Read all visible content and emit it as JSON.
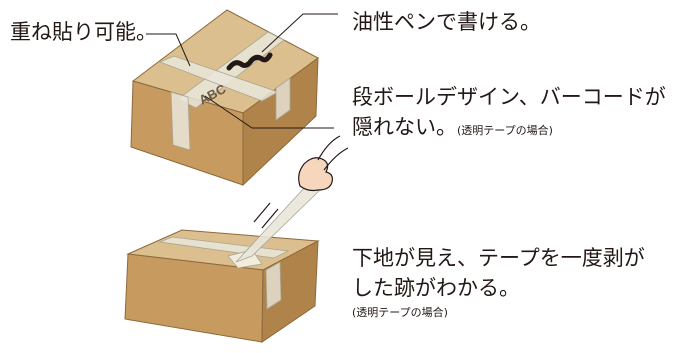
{
  "labels": {
    "overlap": "重ね貼り可能。",
    "oil_pen": "油性ペンで書ける。",
    "visible_line1": "段ボールデザイン、バーコードが",
    "visible_line2": "隠れない。",
    "visible_note": "(透明テープの場合)",
    "peel_line1": "下地が見え、テープを一度剥が",
    "peel_line2": "した跡がわかる。",
    "peel_note": "(透明テープの場合)"
  },
  "box_print": "ABC",
  "colors": {
    "box_top": "#dcbf8e",
    "box_left": "#c79a5f",
    "box_right": "#b0834b",
    "tape": "#e9e6da",
    "tape_edge": "#a9a493",
    "line": "#231815",
    "skin": "#f6d7bd"
  }
}
